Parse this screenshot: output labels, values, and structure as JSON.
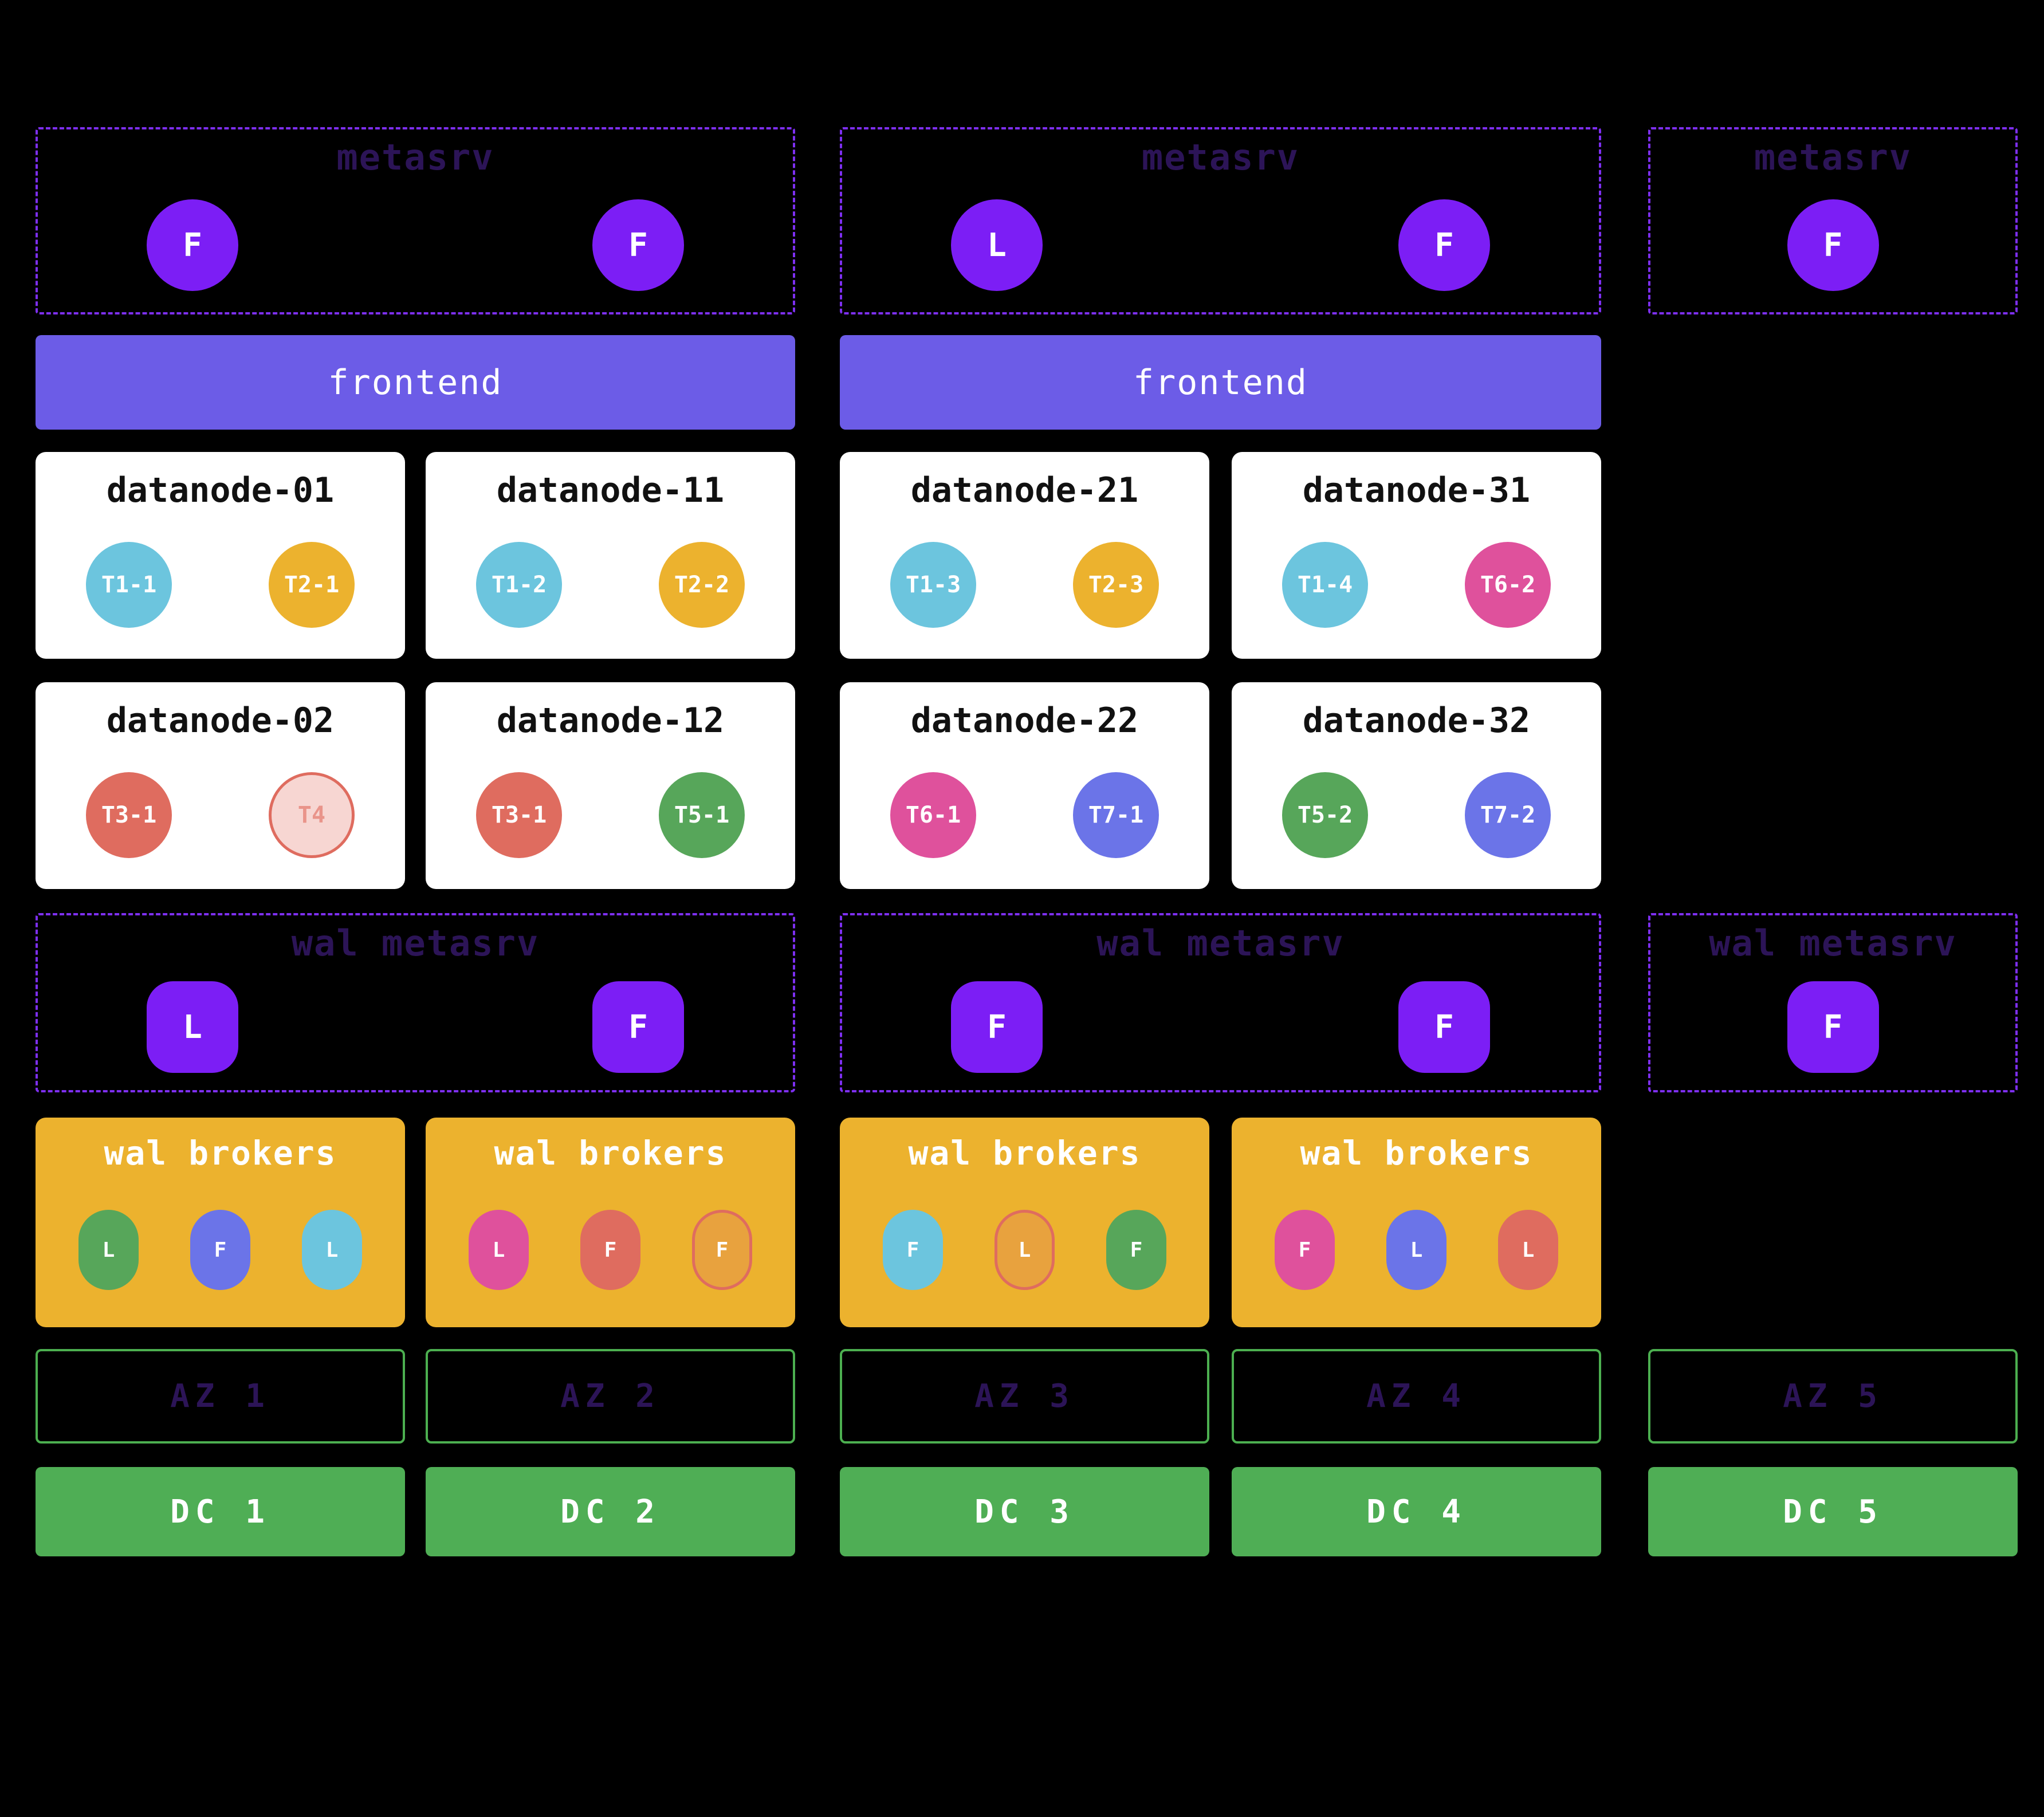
{
  "palette": {
    "background": "#000000",
    "violet_node": "#7c1ef5",
    "dashed_border": "#7e2ff2",
    "ghost_label": "#2c1457",
    "frontend_bg": "#6c5ce7",
    "card_bg": "#ffffff",
    "broker_bg": "#ecb22e",
    "az_border": "#4caf50",
    "dc_bg": "#4fae55",
    "cyan": "#6cc5de",
    "yellow": "#ecb22e",
    "salmon": "#df6c5f",
    "green": "#57a65a",
    "magenta": "#df519c",
    "periwinkle": "#6b74e8",
    "orange": "#e8a23e",
    "pale_pink": "#f7d6d2"
  },
  "metasrv_row": {
    "groups": [
      {
        "label": "metasrv",
        "nodes": [
          {
            "role": "F"
          },
          {
            "role": "F"
          }
        ]
      },
      {
        "label": "metasrv",
        "nodes": [
          {
            "role": "L"
          },
          {
            "role": "F"
          }
        ]
      },
      {
        "label": "metasrv",
        "nodes": [
          {
            "role": "F"
          }
        ]
      }
    ]
  },
  "frontend_row": {
    "bars": [
      {
        "label": "frontend"
      },
      {
        "label": "frontend"
      }
    ]
  },
  "datanode_row1": {
    "cards": [
      {
        "name": "datanode-01",
        "regions": [
          {
            "label": "T1-1",
            "bg": "#6cc5de"
          },
          {
            "label": "T2-1",
            "bg": "#ecb22e"
          }
        ]
      },
      {
        "name": "datanode-11",
        "regions": [
          {
            "label": "T1-2",
            "bg": "#6cc5de"
          },
          {
            "label": "T2-2",
            "bg": "#ecb22e"
          }
        ]
      },
      {
        "name": "datanode-21",
        "regions": [
          {
            "label": "T1-3",
            "bg": "#6cc5de"
          },
          {
            "label": "T2-3",
            "bg": "#ecb22e"
          }
        ]
      },
      {
        "name": "datanode-31",
        "regions": [
          {
            "label": "T1-4",
            "bg": "#6cc5de"
          },
          {
            "label": "T6-2",
            "bg": "#df519c"
          }
        ]
      }
    ]
  },
  "datanode_row2": {
    "cards": [
      {
        "name": "datanode-02",
        "regions": [
          {
            "label": "T3-1",
            "bg": "#df6c5f"
          },
          {
            "label": "T4",
            "bg": "#f7d6d2",
            "border": "#df6c5f",
            "text": "#e9948a"
          }
        ]
      },
      {
        "name": "datanode-12",
        "regions": [
          {
            "label": "T3-1",
            "bg": "#df6c5f"
          },
          {
            "label": "T5-1",
            "bg": "#57a65a"
          }
        ]
      },
      {
        "name": "datanode-22",
        "regions": [
          {
            "label": "T6-1",
            "bg": "#df519c"
          },
          {
            "label": "T7-1",
            "bg": "#6b74e8"
          }
        ]
      },
      {
        "name": "datanode-32",
        "regions": [
          {
            "label": "T5-2",
            "bg": "#57a65a"
          },
          {
            "label": "T7-2",
            "bg": "#6b74e8"
          }
        ]
      }
    ]
  },
  "wal_metasrv_row": {
    "groups": [
      {
        "label": "wal metasrv",
        "nodes": [
          {
            "role": "L"
          },
          {
            "role": "F"
          }
        ]
      },
      {
        "label": "wal metasrv",
        "nodes": [
          {
            "role": "F"
          },
          {
            "role": "F"
          }
        ]
      },
      {
        "label": "wal metasrv",
        "nodes": [
          {
            "role": "F"
          }
        ]
      }
    ]
  },
  "wal_broker_row": {
    "cards": [
      {
        "title": "wal brokers",
        "pills": [
          {
            "role": "L",
            "bg": "#57a65a"
          },
          {
            "role": "F",
            "bg": "#6b74e8"
          },
          {
            "role": "L",
            "bg": "#6cc5de"
          }
        ]
      },
      {
        "title": "wal brokers",
        "pills": [
          {
            "role": "L",
            "bg": "#df519c"
          },
          {
            "role": "F",
            "bg": "#df6c5f"
          },
          {
            "role": "F",
            "bg": "#e8a23e",
            "border": "#df6c5f"
          }
        ]
      },
      {
        "title": "wal brokers",
        "pills": [
          {
            "role": "F",
            "bg": "#6cc5de"
          },
          {
            "role": "L",
            "bg": "#e8a23e",
            "border": "#df6c5f"
          },
          {
            "role": "F",
            "bg": "#57a65a"
          }
        ]
      },
      {
        "title": "wal brokers",
        "pills": [
          {
            "role": "F",
            "bg": "#df519c"
          },
          {
            "role": "L",
            "bg": "#6b74e8"
          },
          {
            "role": "L",
            "bg": "#df6c5f"
          }
        ]
      }
    ]
  },
  "az_row": {
    "zones": [
      {
        "label": "AZ 1"
      },
      {
        "label": "AZ 2"
      },
      {
        "label": "AZ 3"
      },
      {
        "label": "AZ 4"
      },
      {
        "label": "AZ 5"
      }
    ]
  },
  "dc_row": {
    "centers": [
      {
        "label": "DC 1"
      },
      {
        "label": "DC 2"
      },
      {
        "label": "DC 3"
      },
      {
        "label": "DC 4"
      },
      {
        "label": "DC 5"
      }
    ]
  }
}
